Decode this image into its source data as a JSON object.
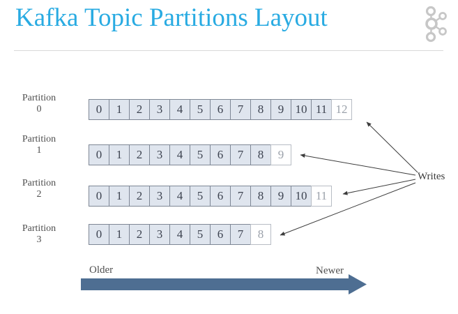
{
  "header": {
    "title": "Kafka Topic Partitions Layout"
  },
  "partitions": [
    {
      "label_line1": "Partition",
      "label_line2": "0",
      "filled_cells": [
        0,
        1,
        2,
        3,
        4,
        5,
        6,
        7,
        8,
        9,
        10,
        11
      ],
      "next_cell": 12
    },
    {
      "label_line1": "Partition",
      "label_line2": "1",
      "filled_cells": [
        0,
        1,
        2,
        3,
        4,
        5,
        6,
        7,
        8
      ],
      "next_cell": 9
    },
    {
      "label_line1": "Partition",
      "label_line2": "2",
      "filled_cells": [
        0,
        1,
        2,
        3,
        4,
        5,
        6,
        7,
        8,
        9,
        10
      ],
      "next_cell": 11
    },
    {
      "label_line1": "Partition",
      "label_line2": "3",
      "filled_cells": [
        0,
        1,
        2,
        3,
        4,
        5,
        6,
        7
      ],
      "next_cell": 8
    }
  ],
  "annotations": {
    "writes_label": "Writes",
    "older_label": "Older",
    "newer_label": "Newer"
  },
  "colors": {
    "title_blue": "#29abe2",
    "cell_fill": "#dfe5ee",
    "cell_border": "#7e8795",
    "cell_text": "#3d4350",
    "next_cell_border": "#b7bcc4",
    "next_cell_text": "#9ba1aa",
    "timeline_arrow": "#4e6e92",
    "arrow_line": "#3c3c3c",
    "label_gray": "#4f4f4f",
    "logo_gray": "#c7c7c7",
    "divider_gray": "#d9d9d9"
  }
}
